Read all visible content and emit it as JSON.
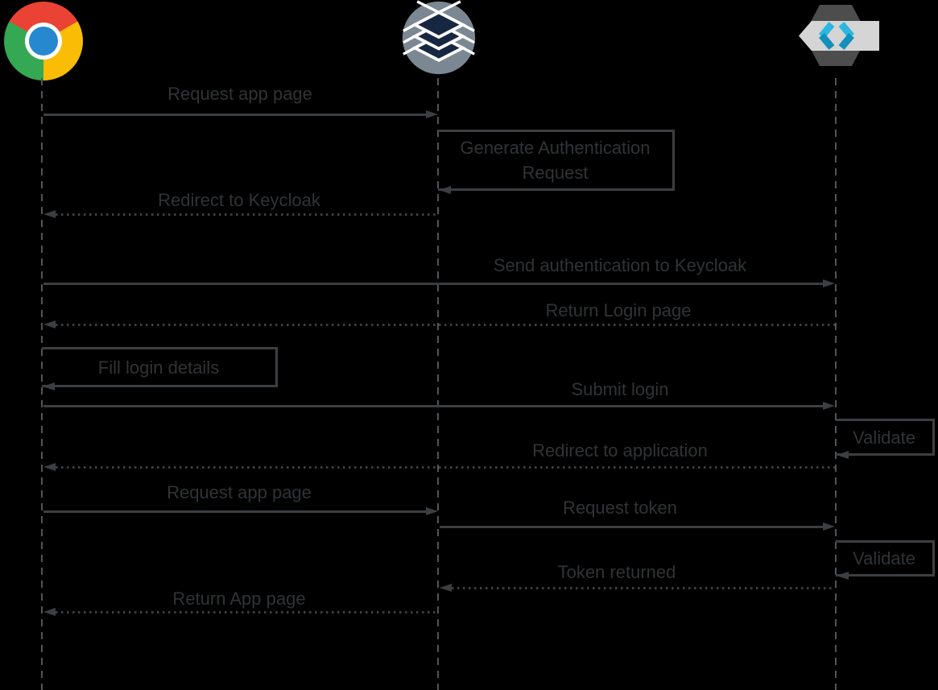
{
  "diagram": {
    "type": "sequence-diagram",
    "participants": [
      {
        "name": "browser",
        "icon": "chrome-browser-icon"
      },
      {
        "name": "application",
        "icon": "layers-stack-icon"
      },
      {
        "name": "keycloak",
        "icon": "keycloak-icon"
      }
    ],
    "messages": [
      {
        "label": "Request app page",
        "from": "browser",
        "to": "application",
        "line": "solid"
      },
      {
        "label": "Generate Authentication Request",
        "from": "application",
        "to": "application",
        "line": "self"
      },
      {
        "label": "Redirect to Keycloak",
        "from": "application",
        "to": "browser",
        "line": "dotted"
      },
      {
        "label": "Send authentication to Keycloak",
        "from": "browser",
        "to": "keycloak",
        "line": "solid"
      },
      {
        "label": "Return Login page",
        "from": "keycloak",
        "to": "browser",
        "line": "dotted"
      },
      {
        "label": "Fill login details",
        "from": "browser",
        "to": "browser",
        "line": "self"
      },
      {
        "label": "Submit login",
        "from": "browser",
        "to": "keycloak",
        "line": "solid"
      },
      {
        "label": "Validate",
        "from": "keycloak",
        "to": "keycloak",
        "line": "self"
      },
      {
        "label": "Redirect to application",
        "from": "keycloak",
        "to": "browser",
        "line": "dotted"
      },
      {
        "label": "Request app page",
        "from": "browser",
        "to": "application",
        "line": "solid"
      },
      {
        "label": "Request token",
        "from": "application",
        "to": "keycloak",
        "line": "solid"
      },
      {
        "label": "Validate",
        "from": "keycloak",
        "to": "keycloak",
        "line": "self"
      },
      {
        "label": "Token returned",
        "from": "keycloak",
        "to": "application",
        "line": "dotted"
      },
      {
        "label": "Return App page",
        "from": "application",
        "to": "browser",
        "line": "dotted"
      }
    ],
    "colors": {
      "background": "#000000",
      "arrow_lines": "#3c3f42",
      "label_text": "#303336",
      "lifeline_dashes": "#515458",
      "chrome_red": "#ea4335",
      "chrome_yellow": "#fbbc05",
      "chrome_green": "#34a853",
      "chrome_blue": "#2688cf",
      "app_circle": "#7b8893",
      "app_layers": "#182741",
      "keycloak_hexagon": "#4d4d4d",
      "keycloak_band": "#d5d5d5",
      "keycloak_chevron_light": "#2ab7e0",
      "keycloak_chevron_dark": "#1191bb"
    }
  }
}
